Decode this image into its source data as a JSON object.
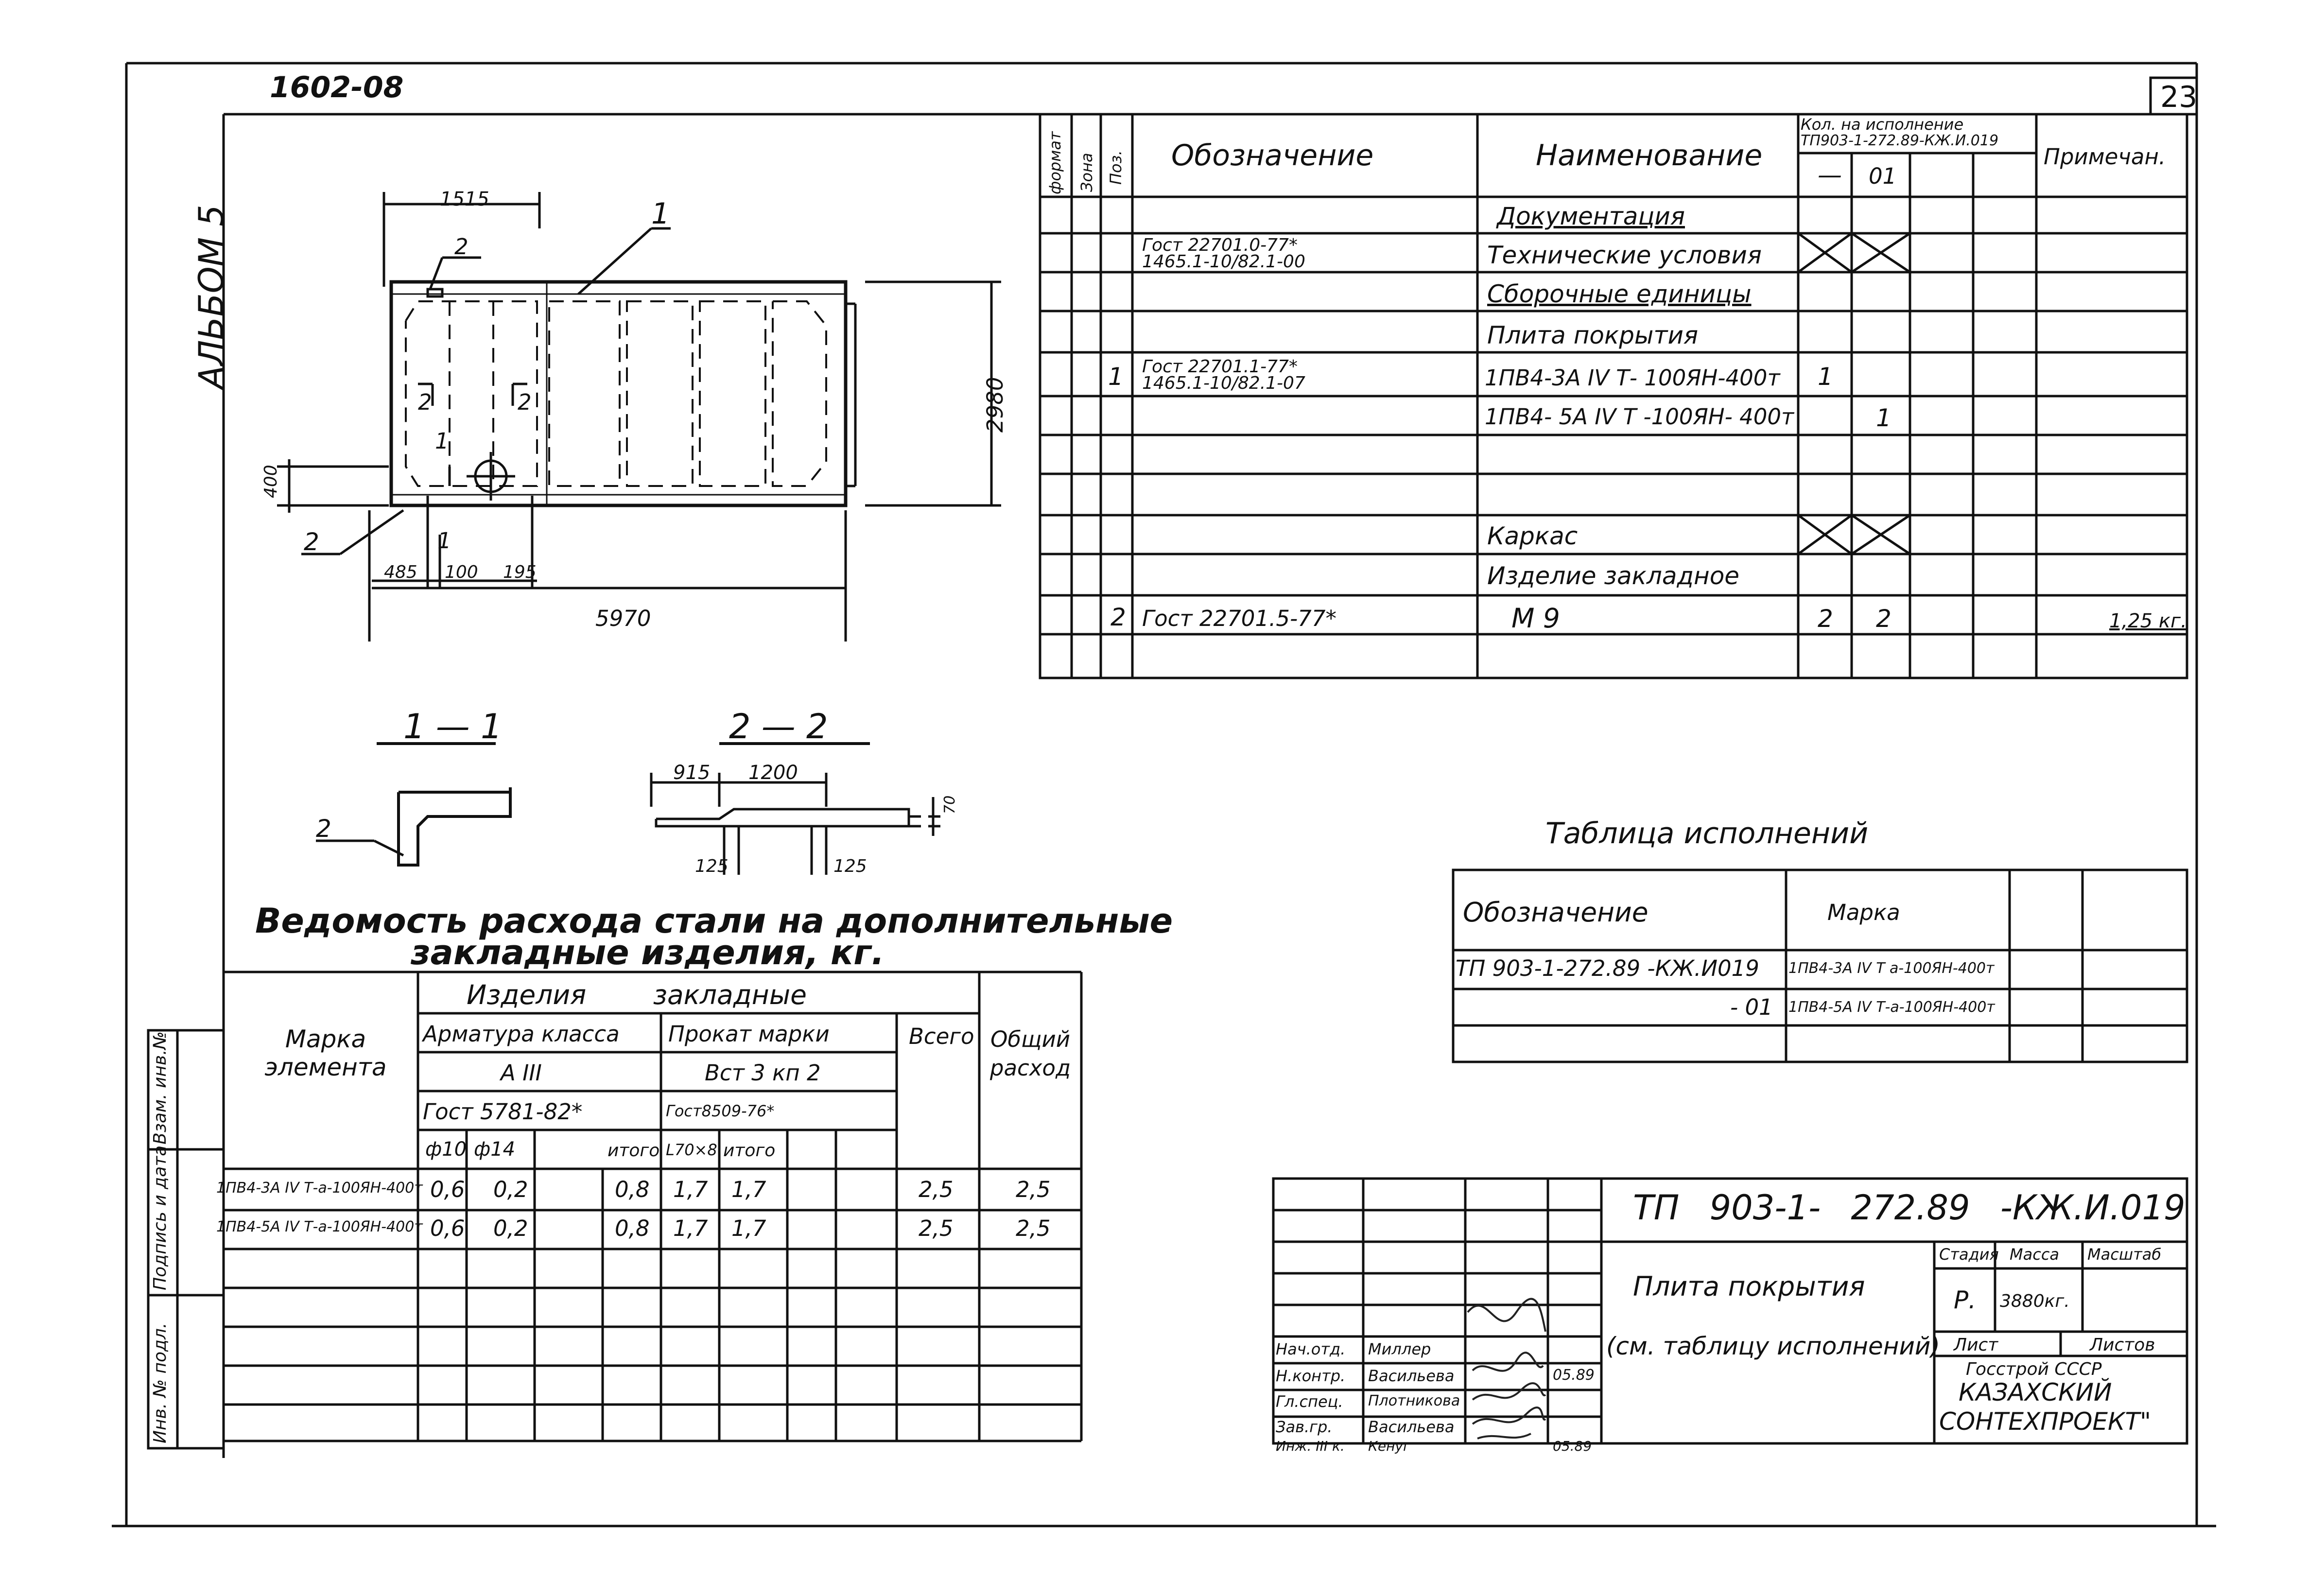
{
  "sheet": {
    "code_top": "1602-08",
    "page_number": "23",
    "album": "АЛЬБОМ 5"
  },
  "spec": {
    "headers": {
      "format": "формат",
      "zone": "Зона",
      "pos": "Поз.",
      "designation": "Обозначение",
      "name": "Наименование",
      "qty_title": "Кол. на исполнение",
      "qty_code": "ТП903-1-272.89-КЖ.И.019",
      "qty_col1": "—",
      "qty_col2": "01",
      "note": "Примечан."
    },
    "rows": [
      {
        "pos": "",
        "designation": "",
        "name": "Документация",
        "q1": "",
        "q2": "",
        "note": ""
      },
      {
        "pos": "",
        "designation": "Гост 22701.0-77*\n1465.1-10/82.1-00",
        "name": "Технические условия",
        "q1": "X",
        "q2": "X",
        "note": ""
      },
      {
        "pos": "",
        "designation": "",
        "name": "Сборочные единицы",
        "q1": "",
        "q2": "",
        "note": ""
      },
      {
        "pos": "",
        "designation": "",
        "name": "Плита покрытия",
        "q1": "",
        "q2": "",
        "note": ""
      },
      {
        "pos": "1",
        "designation": "Гост 22701.1-77*\n1465.1-10/82.1-07",
        "name": "1ПВ4-3А IV Т- 100ЯН-400т",
        "q1": "1",
        "q2": "",
        "note": ""
      },
      {
        "pos": "",
        "designation": "",
        "name": "1ПВ4- 5А IV Т -100ЯН- 400т",
        "q1": "",
        "q2": "1",
        "note": ""
      },
      {
        "pos": "",
        "designation": "",
        "name": "",
        "q1": "",
        "q2": "",
        "note": ""
      },
      {
        "pos": "",
        "designation": "",
        "name": "",
        "q1": "",
        "q2": "",
        "note": ""
      },
      {
        "pos": "",
        "designation": "",
        "name": "Каркас",
        "q1": "X",
        "q2": "X",
        "note": ""
      },
      {
        "pos": "",
        "designation": "",
        "name": "Изделие закладное",
        "q1": "",
        "q2": "",
        "note": ""
      },
      {
        "pos": "2",
        "designation": "Гост 22701.5-77*",
        "name": "М 9",
        "q1": "2",
        "q2": "2",
        "note": "1,25 кг."
      },
      {
        "pos": "",
        "designation": "",
        "name": "",
        "q1": "",
        "q2": "",
        "note": ""
      }
    ]
  },
  "drawing": {
    "dim_1515": "1515",
    "dim_2980": "2980",
    "dim_400": "400",
    "dim_485": "485",
    "dim_100": "100",
    "dim_195": "195",
    "dim_5970": "5970",
    "callout_1": "1",
    "callout_2a": "2",
    "callout_2b": "2",
    "section_marks": [
      "2",
      "1",
      "2",
      "1"
    ]
  },
  "sections": {
    "s11_title": "1 — 1",
    "s11_callout": "2",
    "s22_title": "2 — 2",
    "s22_dim_915": "915",
    "s22_dim_1200": "1200",
    "s22_dim_70": "70",
    "s22_dim_125a": "125",
    "s22_dim_125b": "125"
  },
  "exec_table": {
    "title": "Таблица исполнений",
    "col_designation": "Обозначение",
    "col_mark": "Марка",
    "rows": [
      {
        "designation": "ТП 903-1-272.89 -КЖ.И019",
        "mark": "1ПВ4-3А IV Т а-100ЯН-400т"
      },
      {
        "designation": "- 01",
        "mark": "1ПВ4-5А IV Т-а-100ЯН-400т"
      }
    ]
  },
  "steel": {
    "title_line1": "Ведомость расхода стали на дополнительные",
    "title_line2": "закладные изделия, кг.",
    "col_mark": "Марка элемента",
    "group": "Изделия закладные",
    "armature": "Арматура класса",
    "armature_class": "А III",
    "armature_gost": "Гост 5781-82*",
    "d10": "ф10",
    "d14": "ф14",
    "itogo": "итого",
    "prokat": "Прокат марки",
    "prokat_mark": "Вст 3 кп 2",
    "prokat_gost": "Гост8509-76*",
    "angle": "L70×8",
    "itogo2": "итого",
    "total": "Всего",
    "grand": "Общий расход",
    "rows": [
      {
        "mark": "1ПВ4-3А IV Т-а-100ЯН-400т",
        "d10": "0,6",
        "d14": "0,2",
        "sum1": "0,8",
        "angle": "1,7",
        "sum2": "1,7",
        "total": "2,5",
        "grand": "2,5"
      },
      {
        "mark": "1ПВ4-5А IV Т-а-100ЯН-400т",
        "d10": "0,6",
        "d14": "0,2",
        "sum1": "0,8",
        "angle": "1,7",
        "sum2": "1,7",
        "total": "2,5",
        "grand": "2,5"
      }
    ]
  },
  "side_stamp": {
    "inv_podl": "Инв. № подл.",
    "sign_date": "Подпись и дата",
    "vzam": "Взам. инв.№"
  },
  "title_block": {
    "code": "ТП 903-1- 272.89 -КЖ.И.019",
    "object": "Плита покрытия",
    "object_note": "(см. таблицу исполнений)",
    "stage_label": "Стадия",
    "mass_label": "Масса",
    "scale_label": "Масштаб",
    "stage": "Р.",
    "mass": "3880кг.",
    "sheet_label": "Лист",
    "sheets_label": "Листов",
    "org_line1": "Госстрой СССР",
    "org_line2": "КАЗАХСКИЙ",
    "org_line3": "СОНТЕХПРОЕКТ\"",
    "signers": [
      {
        "role": "Нач.отд.",
        "name": "Миллер",
        "date": ""
      },
      {
        "role": "Н.контр.",
        "name": "Васильева",
        "date": "05.89"
      },
      {
        "role": "Гл.спец.",
        "name": "Плотникова",
        "date": ""
      },
      {
        "role": "Зав.гр.",
        "name": "Васильева",
        "date": ""
      },
      {
        "role": "Инж. III к.",
        "name": "Кенуг",
        "date": "05.89"
      }
    ]
  }
}
